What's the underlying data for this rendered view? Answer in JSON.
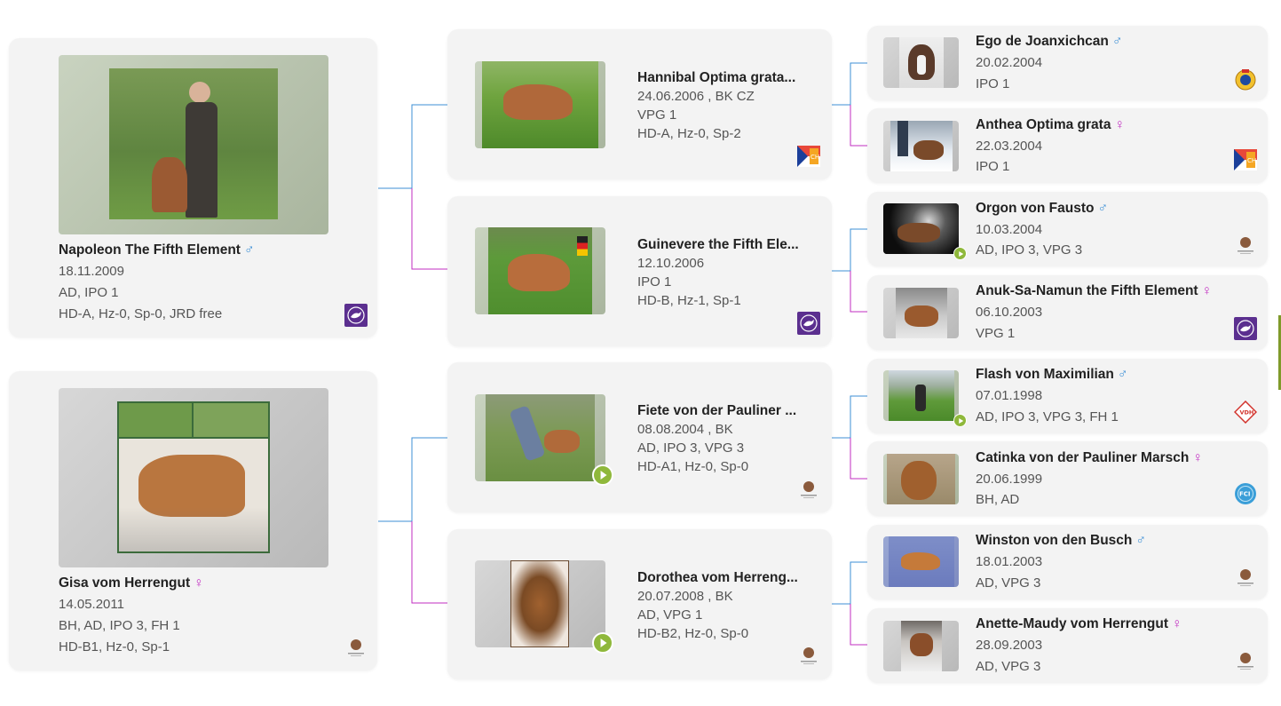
{
  "colors": {
    "male": "#3c8fd6",
    "female": "#c22ec2",
    "card_bg": "#f3f3f3",
    "play": "#8fb83b"
  },
  "gen1": [
    {
      "name": "Napoleon The Fifth Element",
      "sex": "♂",
      "lines": [
        "18.11.2009",
        "AD, IPO 1",
        "HD-A, Hz-0, Sp-0, JRD free"
      ],
      "badge": "purple-dog-club-icon"
    },
    {
      "name": "Gisa vom Herrengut",
      "sex": "♀",
      "lines": [
        "14.05.2011",
        "BH, AD, IPO 3, FH 1",
        "HD-B1, Hz-0, Sp-1"
      ],
      "badge": "boxerhub-logo-icon"
    }
  ],
  "gen2": [
    {
      "name": "Hannibal Optima grata...",
      "lines": [
        "24.06.2006 , BK CZ",
        "VPG 1",
        "HD-A, Hz-0, Sp-2"
      ],
      "badge": "czech-flag-club-icon",
      "has_video": false
    },
    {
      "name": "Guinevere the Fifth Ele...",
      "lines": [
        "12.10.2006",
        "IPO 1",
        "HD-B, Hz-1, Sp-1"
      ],
      "badge": "purple-dog-club-icon",
      "has_video": false
    },
    {
      "name": "Fiete von der Pauliner ...",
      "lines": [
        "08.08.2004 , BK",
        "AD, IPO 3, VPG 3",
        "HD-A1, Hz-0, Sp-0"
      ],
      "badge": "boxerhub-logo-icon",
      "has_video": true
    },
    {
      "name": "Dorothea vom Herreng...",
      "lines": [
        "20.07.2008 , BK",
        "AD, VPG 1",
        "HD-B2, Hz-0, Sp-0"
      ],
      "badge": "boxerhub-logo-icon",
      "has_video": true
    }
  ],
  "gen3": [
    {
      "name": "Ego de Joanxichcan",
      "sex": "♂",
      "lines": [
        "20.02.2004",
        "IPO 1"
      ],
      "badge": "gold-crest-club-icon"
    },
    {
      "name": "Anthea Optima grata",
      "sex": "♀",
      "lines": [
        "22.03.2004",
        "IPO 1"
      ],
      "badge": "czech-flag-club-icon"
    },
    {
      "name": "Orgon von Fausto",
      "sex": "♂",
      "lines": [
        "10.03.2004",
        "AD, IPO 3, VPG 3"
      ],
      "badge": "boxerhub-logo-icon"
    },
    {
      "name": "Anuk-Sa-Namun the Fifth Element",
      "sex": "♀",
      "lines": [
        "06.10.2003",
        "VPG 1"
      ],
      "badge": "purple-dog-club-icon"
    },
    {
      "name": "Flash von Maximilian",
      "sex": "♂",
      "lines": [
        "07.01.1998",
        "AD, IPO 3, VPG 3, FH 1"
      ],
      "badge": "vdh-diamond-icon"
    },
    {
      "name": "Catinka von der Pauliner Marsch",
      "sex": "♀",
      "lines": [
        "20.06.1999",
        "BH, AD"
      ],
      "badge": "fci-globe-icon"
    },
    {
      "name": "Winston von den Busch",
      "sex": "♂",
      "lines": [
        "18.01.2003",
        "AD, VPG 3"
      ],
      "badge": "boxerhub-logo-icon"
    },
    {
      "name": "Anette-Maudy vom Herrengut",
      "sex": "♀",
      "lines": [
        "28.09.2003",
        "AD, VPG 3"
      ],
      "badge": "boxerhub-logo-icon"
    }
  ]
}
